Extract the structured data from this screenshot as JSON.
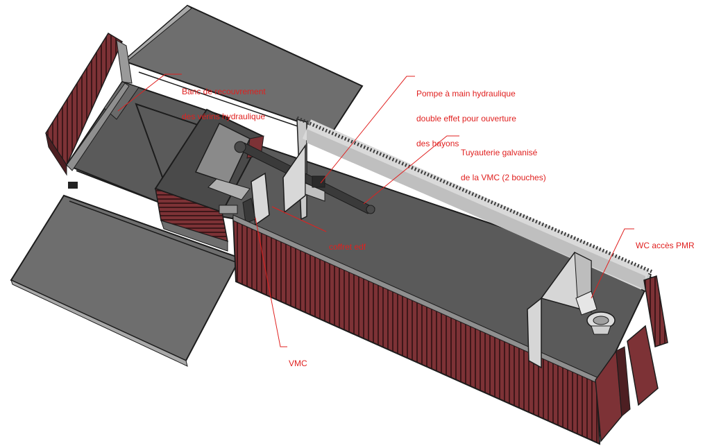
{
  "colors": {
    "floor": "#5a5a5a",
    "panel_gray": "#6e6e6e",
    "wall_light": "#c9c9c9",
    "cladding": "#7d3236",
    "cladding_dark": "#4d1f22",
    "outline": "#1c1c1c",
    "annotation": "#e0201f"
  },
  "annotations": {
    "banc": {
      "line1": "Banc de recouvrement",
      "line2": "des vérins hydraulique"
    },
    "pompe": {
      "line1": "Pompe à main hydraulique",
      "line2": "double effet pour ouverture",
      "line3": "des hayons"
    },
    "tuyauterie": {
      "line1": "Tuyauterie galvanisé",
      "line2": "de la VMC (2 bouches)"
    },
    "wc": {
      "line1": "WC accès PMR"
    },
    "coffret": {
      "line1": "coffret edf"
    },
    "vmc": {
      "line1": "VMC"
    }
  }
}
